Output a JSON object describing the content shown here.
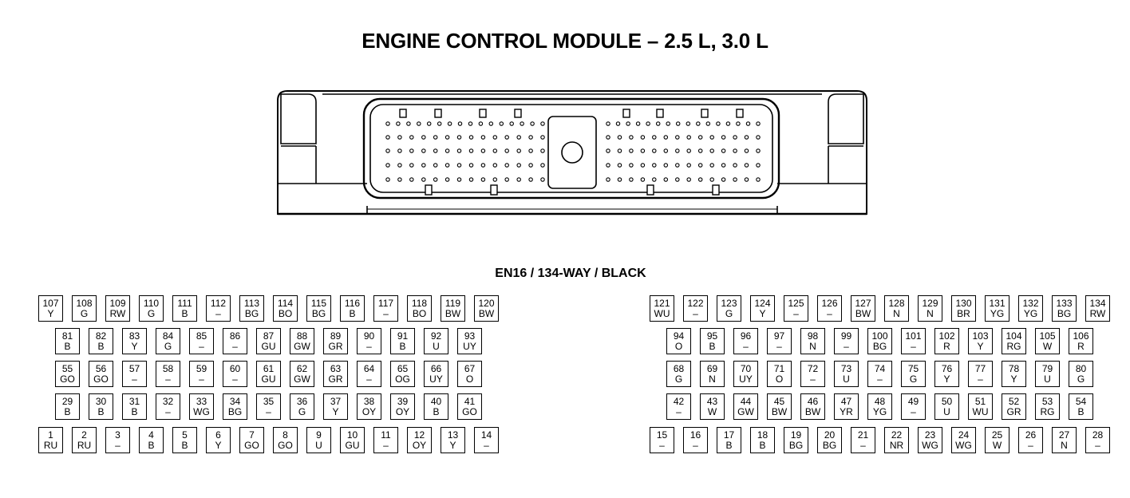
{
  "title": "ENGINE CONTROL MODULE – 2.5 L, 3.0 L",
  "connector": {
    "label": "EN16 / 134-WAY / BLACK",
    "housing_color": "#000000"
  },
  "pin_groups": [
    {
      "name": "left-row-1",
      "pins": [
        [
          107,
          "Y"
        ],
        [
          108,
          "G"
        ],
        [
          109,
          "RW"
        ],
        [
          110,
          "G"
        ],
        [
          111,
          "B"
        ],
        [
          112,
          "–"
        ],
        [
          113,
          "BG"
        ],
        [
          114,
          "BO"
        ],
        [
          115,
          "BG"
        ],
        [
          116,
          "B"
        ],
        [
          117,
          "–"
        ],
        [
          118,
          "BO"
        ],
        [
          119,
          "BW"
        ],
        [
          120,
          "BW"
        ]
      ]
    },
    {
      "name": "left-row-2",
      "pins": [
        [
          81,
          "B"
        ],
        [
          82,
          "B"
        ],
        [
          83,
          "Y"
        ],
        [
          84,
          "G"
        ],
        [
          85,
          "–"
        ],
        [
          86,
          "–"
        ],
        [
          87,
          "GU"
        ],
        [
          88,
          "GW"
        ],
        [
          89,
          "GR"
        ],
        [
          90,
          "–"
        ],
        [
          91,
          "B"
        ],
        [
          92,
          "U"
        ],
        [
          93,
          "UY"
        ]
      ]
    },
    {
      "name": "left-row-3",
      "pins": [
        [
          55,
          "GO"
        ],
        [
          56,
          "GO"
        ],
        [
          57,
          "–"
        ],
        [
          58,
          "–"
        ],
        [
          59,
          "–"
        ],
        [
          60,
          "–"
        ],
        [
          61,
          "GU"
        ],
        [
          62,
          "GW"
        ],
        [
          63,
          "GR"
        ],
        [
          64,
          "–"
        ],
        [
          65,
          "OG"
        ],
        [
          66,
          "UY"
        ],
        [
          67,
          "O"
        ]
      ]
    },
    {
      "name": "left-row-4",
      "pins": [
        [
          29,
          "B"
        ],
        [
          30,
          "B"
        ],
        [
          31,
          "B"
        ],
        [
          32,
          "–"
        ],
        [
          33,
          "WG"
        ],
        [
          34,
          "BG"
        ],
        [
          35,
          "–"
        ],
        [
          36,
          "G"
        ],
        [
          37,
          "Y"
        ],
        [
          38,
          "OY"
        ],
        [
          39,
          "OY"
        ],
        [
          40,
          "B"
        ],
        [
          41,
          "GO"
        ]
      ]
    },
    {
      "name": "left-row-5",
      "pins": [
        [
          1,
          "RU"
        ],
        [
          2,
          "RU"
        ],
        [
          3,
          "–"
        ],
        [
          4,
          "B"
        ],
        [
          5,
          "B"
        ],
        [
          6,
          "Y"
        ],
        [
          7,
          "GO"
        ],
        [
          8,
          "GO"
        ],
        [
          9,
          "U"
        ],
        [
          10,
          "GU"
        ],
        [
          11,
          "–"
        ],
        [
          12,
          "OY"
        ],
        [
          13,
          "Y"
        ],
        [
          14,
          "–"
        ]
      ]
    },
    {
      "name": "right-row-1",
      "pins": [
        [
          121,
          "WU"
        ],
        [
          122,
          "–"
        ],
        [
          123,
          "G"
        ],
        [
          124,
          "Y"
        ],
        [
          125,
          "–"
        ],
        [
          126,
          "–"
        ],
        [
          127,
          "BW"
        ],
        [
          128,
          "N"
        ],
        [
          129,
          "N"
        ],
        [
          130,
          "BR"
        ],
        [
          131,
          "YG"
        ],
        [
          132,
          "YG"
        ],
        [
          133,
          "BG"
        ],
        [
          134,
          "RW"
        ]
      ]
    },
    {
      "name": "right-row-2",
      "pins": [
        [
          94,
          "O"
        ],
        [
          95,
          "B"
        ],
        [
          96,
          "–"
        ],
        [
          97,
          "–"
        ],
        [
          98,
          "N"
        ],
        [
          99,
          "–"
        ],
        [
          100,
          "BG"
        ],
        [
          101,
          "–"
        ],
        [
          102,
          "R"
        ],
        [
          103,
          "Y"
        ],
        [
          104,
          "RG"
        ],
        [
          105,
          "W"
        ],
        [
          106,
          "R"
        ]
      ]
    },
    {
      "name": "right-row-3",
      "pins": [
        [
          68,
          "G"
        ],
        [
          69,
          "N"
        ],
        [
          70,
          "UY"
        ],
        [
          71,
          "O"
        ],
        [
          72,
          "–"
        ],
        [
          73,
          "U"
        ],
        [
          74,
          "–"
        ],
        [
          75,
          "G"
        ],
        [
          76,
          "Y"
        ],
        [
          77,
          "–"
        ],
        [
          78,
          "Y"
        ],
        [
          79,
          "U"
        ],
        [
          80,
          "G"
        ]
      ]
    },
    {
      "name": "right-row-4",
      "pins": [
        [
          42,
          "–"
        ],
        [
          43,
          "W"
        ],
        [
          44,
          "GW"
        ],
        [
          45,
          "BW"
        ],
        [
          46,
          "BW"
        ],
        [
          47,
          "YR"
        ],
        [
          48,
          "YG"
        ],
        [
          49,
          "–"
        ],
        [
          50,
          "U"
        ],
        [
          51,
          "WU"
        ],
        [
          52,
          "GR"
        ],
        [
          53,
          "RG"
        ],
        [
          54,
          "B"
        ]
      ]
    },
    {
      "name": "right-row-5",
      "pins": [
        [
          15,
          "–"
        ],
        [
          16,
          "–"
        ],
        [
          17,
          "B"
        ],
        [
          18,
          "B"
        ],
        [
          19,
          "BG"
        ],
        [
          20,
          "BG"
        ],
        [
          21,
          "–"
        ],
        [
          22,
          "NR"
        ],
        [
          23,
          "WG"
        ],
        [
          24,
          "WG"
        ],
        [
          25,
          "W"
        ],
        [
          26,
          "–"
        ],
        [
          27,
          "N"
        ],
        [
          28,
          "–"
        ]
      ]
    }
  ]
}
